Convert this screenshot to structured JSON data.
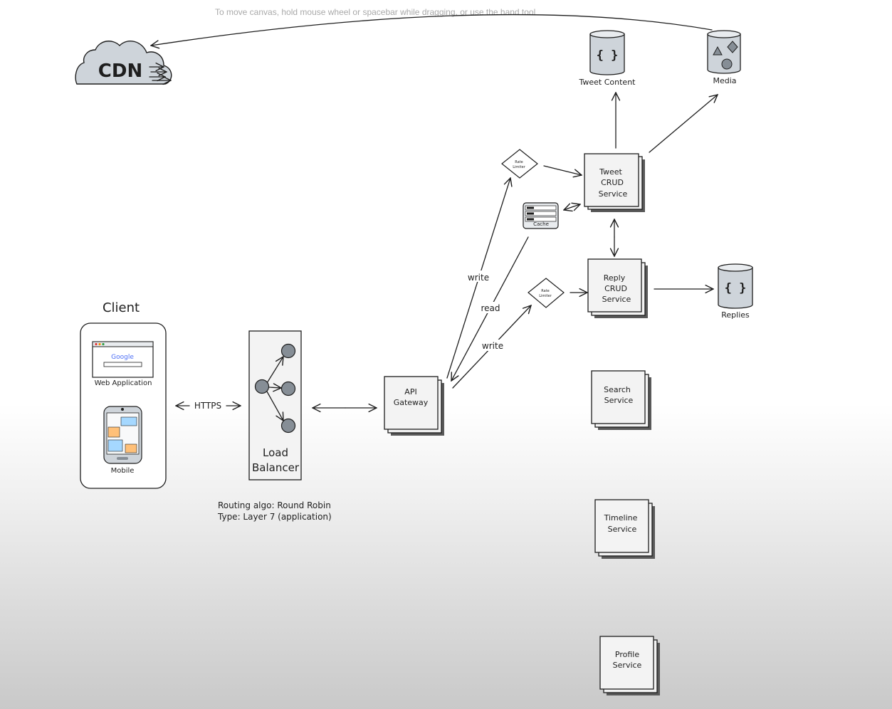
{
  "canvas_hint": "To move canvas, hold mouse wheel or spacebar while dragging, or use the hand tool",
  "cdn": {
    "label": "CDN"
  },
  "client": {
    "title": "Client",
    "web_label": "Web Application",
    "google_text": "Google",
    "mobile_label": "Mobile"
  },
  "https_label": "HTTPS",
  "load_balancer": {
    "line1": "Load",
    "line2": "Balancer",
    "note_line1": "Routing algo: Round Robin",
    "note_line2": "Type: Layer 7 (application)"
  },
  "api_gateway": {
    "line1": "API",
    "line2": "Gateway"
  },
  "edge_labels": {
    "write_upper": "write",
    "read": "read",
    "write_lower": "write"
  },
  "rate_limiter_upper": {
    "line1": "Rate",
    "line2": "Limiter"
  },
  "rate_limiter_lower": {
    "line1": "Rate",
    "line2": "Limiter"
  },
  "cache": {
    "label": "Cache"
  },
  "tweet_crud": {
    "line1": "Tweet",
    "line2": "CRUD",
    "line3": "Service"
  },
  "reply_crud": {
    "line1": "Reply",
    "line2": "CRUD",
    "line3": "Service"
  },
  "search_service": {
    "line1": "Search",
    "line2": "Service"
  },
  "timeline_service": {
    "line1": "Timeline",
    "line2": "Service"
  },
  "profile_service": {
    "line1": "Profile",
    "line2": "Service"
  },
  "tweet_content_db": {
    "icon": "{ }",
    "label": "Tweet Content"
  },
  "media_db": {
    "label": "Media"
  },
  "replies_db": {
    "icon": "{ }",
    "label": "Replies"
  },
  "colors": {
    "stroke": "#1e1e1e",
    "box_fill": "#f3f3f3",
    "db_fill": "#ced4da",
    "shadow": "#595959"
  }
}
